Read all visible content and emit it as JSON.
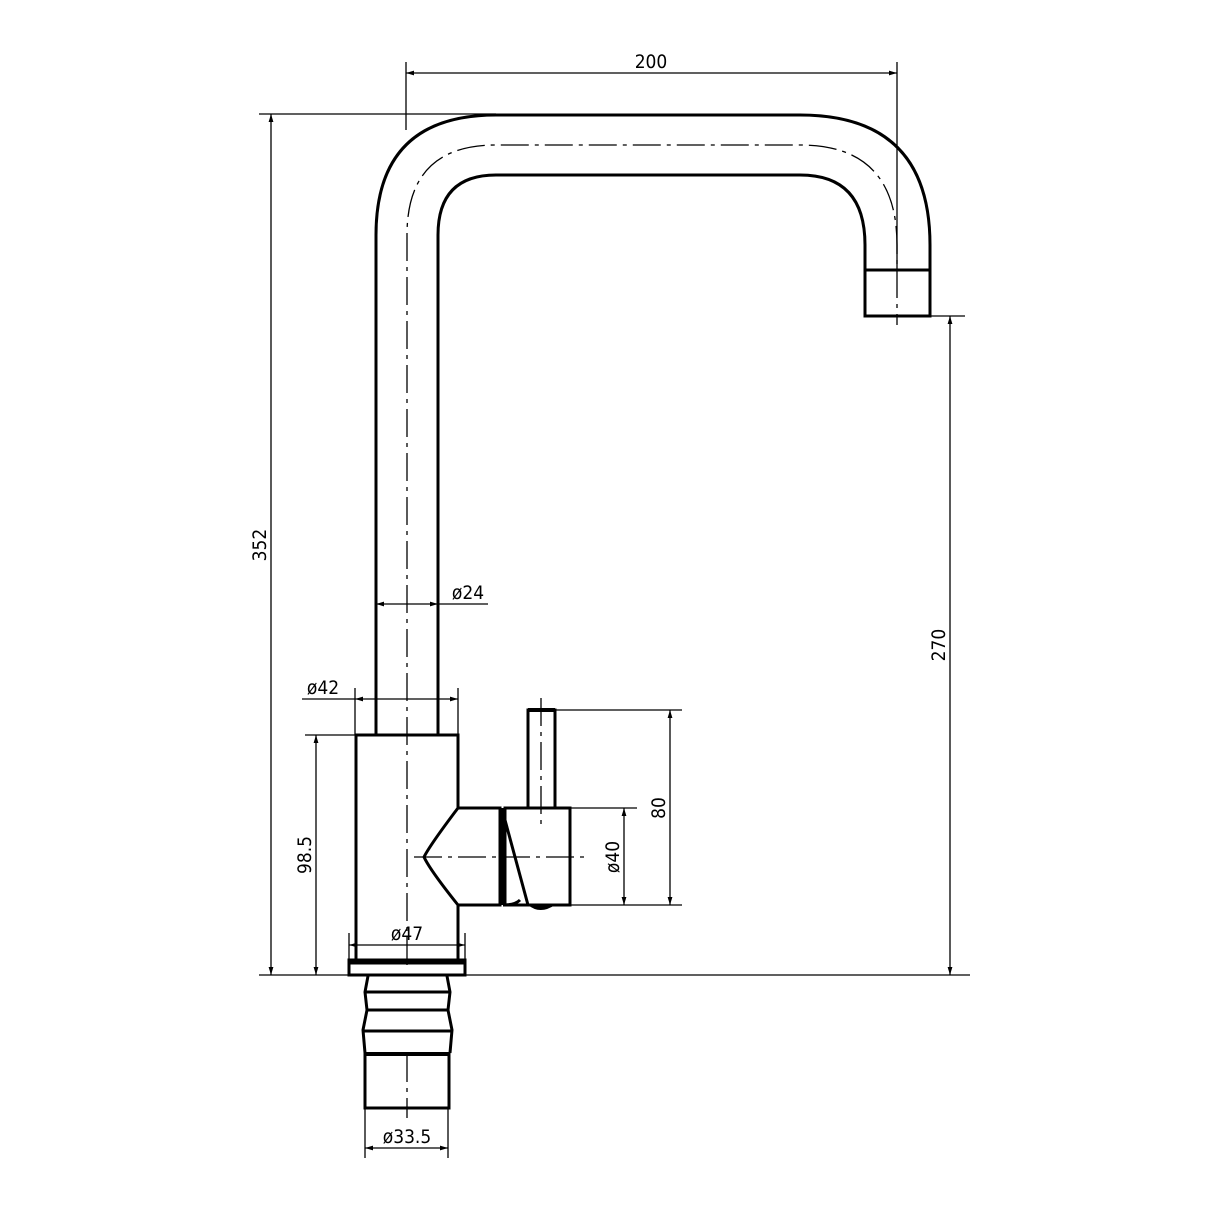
{
  "drawing": {
    "subject": "Kitchen faucet side elevation",
    "line_color": "#000000",
    "background": "#ffffff"
  },
  "dimensions": {
    "spout_reach": "200",
    "overall_height": "352",
    "spout_outlet_height": "270",
    "spout_tube_diameter": "ø24",
    "body_top_diameter": "ø42",
    "body_height": "98.5",
    "handle_height": "80",
    "handle_housing_diameter": "ø40",
    "base_diameter": "ø47",
    "shank_diameter": "ø33.5"
  }
}
